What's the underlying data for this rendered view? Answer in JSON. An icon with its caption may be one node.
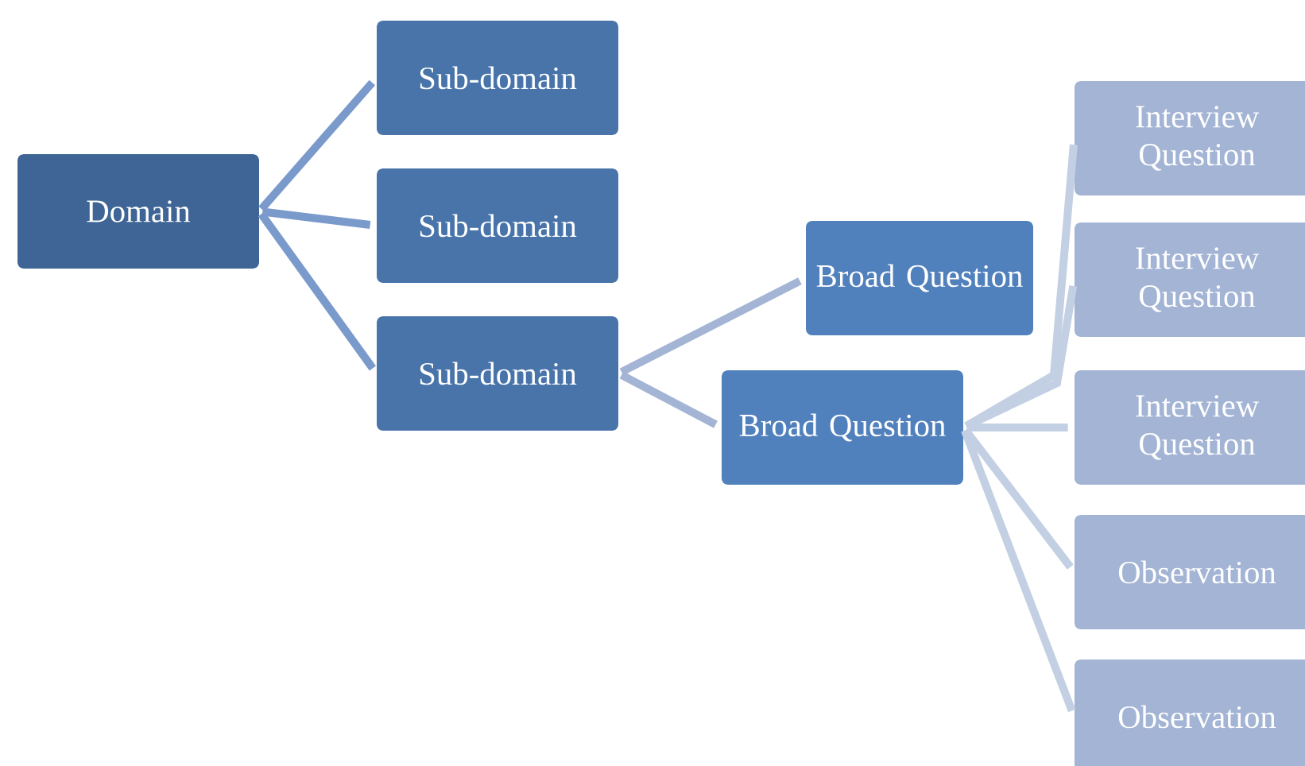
{
  "diagram": {
    "nodes": [
      {
        "text": [
          "Domain"
        ]
      },
      {
        "text": [
          "Sub-domain"
        ]
      },
      {
        "text": [
          "Sub-domain"
        ]
      },
      {
        "text": [
          "Sub-domain"
        ]
      },
      {
        "text": [
          "Broad Question"
        ]
      },
      {
        "text": [
          "Broad Question"
        ]
      },
      {
        "text": [
          "Interview Question"
        ]
      },
      {
        "text": [
          "Interview Question"
        ]
      },
      {
        "text": [
          "Interview Question"
        ]
      },
      {
        "text": [
          "Observation"
        ]
      },
      {
        "text": [
          "Observation"
        ]
      }
    ],
    "edges": [
      {
        "from": 0,
        "to": 1,
        "arrow": "none",
        "color": "#7a9acb"
      },
      {
        "from": 0,
        "to": 2,
        "arrow": "none",
        "color": "#7a9acb"
      },
      {
        "from": 0,
        "to": 3,
        "arrow": "none",
        "color": "#7a9acb"
      },
      {
        "from": 3,
        "to": 4,
        "arrow": "none",
        "color": "#a3b4d4"
      },
      {
        "from": 3,
        "to": 5,
        "arrow": "none",
        "color": "#a3b4d4"
      },
      {
        "from": 5,
        "to": 6,
        "arrow": "none"
      },
      {
        "from": 5,
        "to": 7,
        "arrow": "none"
      },
      {
        "from": 5,
        "to": 8,
        "arrow": "none"
      },
      {
        "from": 5,
        "to": 9,
        "arrow": "none"
      },
      {
        "from": 5,
        "to": 10,
        "arrow": "none"
      }
    ]
  }
}
